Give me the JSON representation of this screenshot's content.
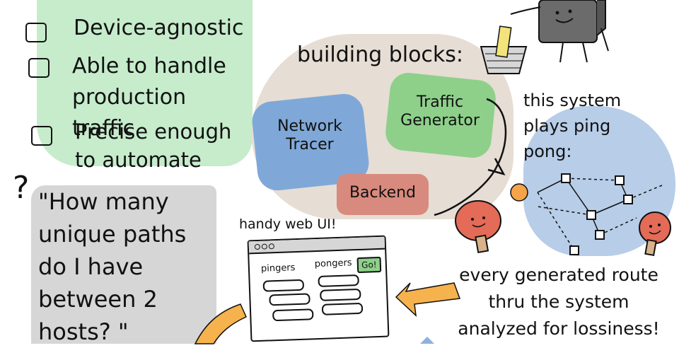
{
  "requirements": {
    "items": [
      {
        "label": "Device-agnostic"
      },
      {
        "label": "Able to handle production traffic"
      },
      {
        "label": "Precise enough to automate"
      }
    ]
  },
  "question": {
    "mark": "?",
    "text": "\"How many unique paths do I have between 2 hosts? \""
  },
  "building_blocks": {
    "title": "building blocks:",
    "network_tracer": "Network Tracer",
    "traffic_generator": "Traffic Generator",
    "backend": "Backend"
  },
  "ping_pong": {
    "caption": "this system plays ping pong:"
  },
  "web_ui": {
    "caption": "handy web UI!",
    "pingers_label": "pingers",
    "pongers_label": "pongers",
    "go_label": "Go!"
  },
  "analysis": {
    "caption": "every generated route thru the system analyzed for lossiness!"
  },
  "colors": {
    "green_block": "#c6eccb",
    "gray_block": "#d6d6d6",
    "beige_block": "#e6ddd4",
    "blue_block": "#7fa8d8",
    "traffic_green": "#8ed08a",
    "backend_salmon": "#d98a7e",
    "network_blue": "#b7cde8",
    "orange_arrow": "#f5b24d",
    "paddle_red": "#e36b57",
    "ball_orange": "#f5a44a",
    "robot_gray": "#6b6b6b"
  }
}
